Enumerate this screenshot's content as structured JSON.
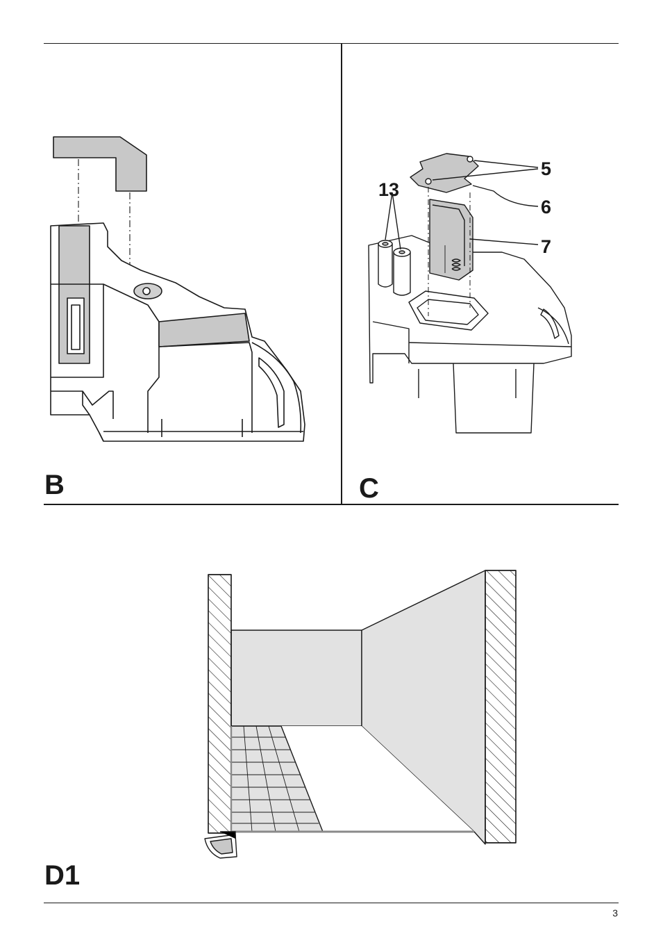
{
  "figures": {
    "b": {
      "label": "B"
    },
    "c": {
      "label": "C",
      "callouts": {
        "c5": "5",
        "c6": "6",
        "c7": "7",
        "c13": "13"
      }
    },
    "d1": {
      "label": "D1"
    }
  },
  "footer": {
    "page_number": "3"
  },
  "colors": {
    "line": "#1a1a1a",
    "grey_fill": "#c8c8c8",
    "wall_fill": "#e2e2e2",
    "floor_line": "#8a8a8a"
  },
  "icons": [
    "mounting-bracket-drawing",
    "battery-compartment-drawing",
    "room-perspective-drawing"
  ]
}
